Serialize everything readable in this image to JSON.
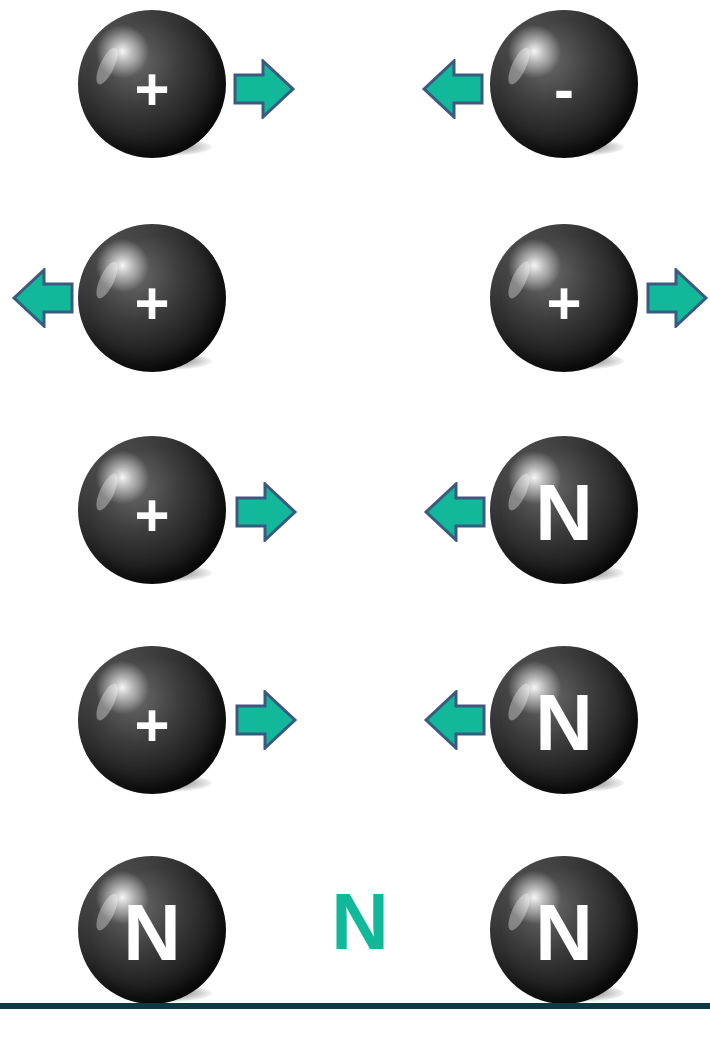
{
  "colors": {
    "arrow_fill": "#11b89a",
    "arrow_stroke": "#3c5a80",
    "label_accent": "#11b89a",
    "bottom_rule": "#0b3a44"
  },
  "rows": [
    {
      "left": {
        "label": "+",
        "kind": "small"
      },
      "right": {
        "label": "-",
        "kind": "small"
      },
      "left_arrow": "right",
      "right_arrow": "left"
    },
    {
      "left": {
        "label": "+",
        "kind": "small"
      },
      "right": {
        "label": "+",
        "kind": "small"
      },
      "left_arrow": "left",
      "right_arrow": "right"
    },
    {
      "left": {
        "label": "+",
        "kind": "small"
      },
      "right": {
        "label": "N",
        "kind": "big"
      },
      "left_arrow": "right",
      "right_arrow": "left"
    },
    {
      "left": {
        "label": "+",
        "kind": "small"
      },
      "right": {
        "label": "N",
        "kind": "big"
      },
      "left_arrow": "right",
      "right_arrow": "left"
    },
    {
      "left": {
        "label": "N",
        "kind": "big"
      },
      "right": {
        "label": "N",
        "kind": "big"
      },
      "left_arrow": "none",
      "right_arrow": "none",
      "middle_label": "N"
    }
  ]
}
